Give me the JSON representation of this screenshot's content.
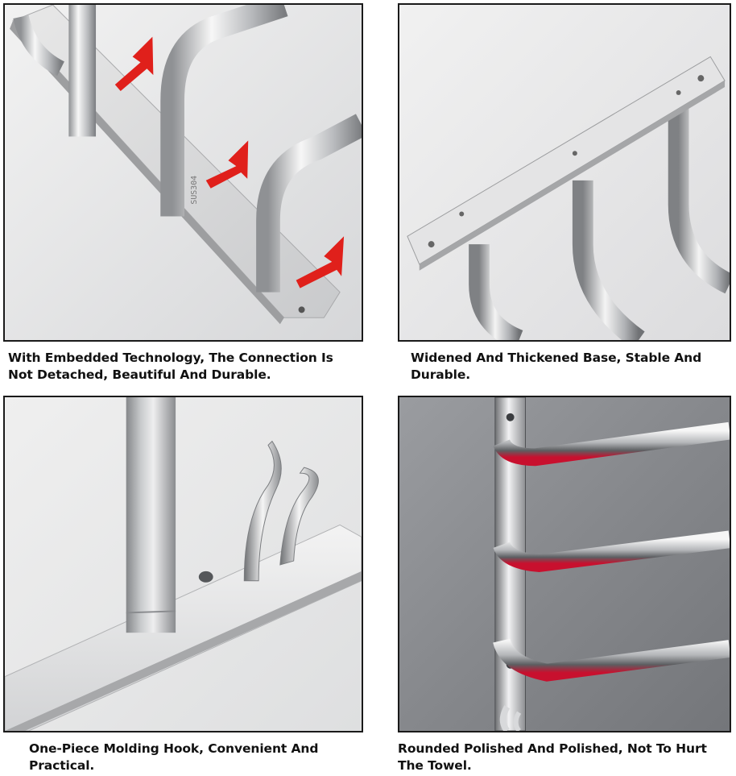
{
  "panels": [
    {
      "caption": [
        "With Embedded Technology, The Connection Is",
        "Not Detached, Beautiful And Durable."
      ]
    },
    {
      "caption": [
        "Widened And Thickened Base, Stable And",
        "Durable."
      ]
    },
    {
      "caption": [
        "One-Piece Molding Hook, Convenient And",
        "Practical."
      ]
    },
    {
      "caption": [
        "Rounded Polished And Polished, Not To Hurt",
        "The Towel."
      ]
    }
  ],
  "colors": {
    "arrow": "#e0201b",
    "steel": "#d9dadc",
    "red_edge": "#c8102e"
  }
}
